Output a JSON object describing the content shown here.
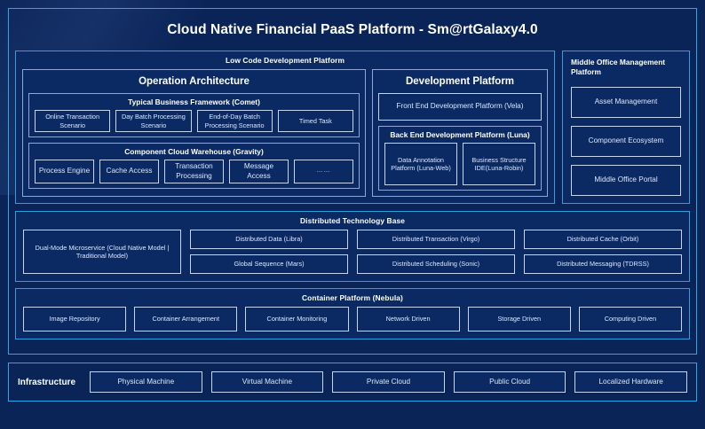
{
  "title": "Cloud Native Financial PaaS Platform - Sm@rtGalaxy4.0",
  "colors": {
    "background": "#0a2458",
    "panel": "#0b2a63",
    "accent_border": "#27a8e8",
    "sub_border": "#8fa6d8",
    "chip_border": "#c6d4ee",
    "chip_text": "#dce8ff",
    "title_text": "#ffffff"
  },
  "low_code": {
    "title": "Low Code Development Platform",
    "operation_architecture": {
      "title": "Operation Architecture",
      "groups": [
        {
          "title": "Typical Business Framework (Comet)",
          "items": [
            "Online Transaction Scenario",
            "Day Batch Processing Scenario",
            "End-of-Day Batch Processing Scenario",
            "Timed Task"
          ]
        },
        {
          "title": "Component Cloud Warehouse (Gravity)",
          "items": [
            "Process Engine",
            "Cache Access",
            "Transaction Processing",
            "Message Access",
            "……"
          ]
        }
      ]
    },
    "development_platform": {
      "title": "Development Platform",
      "front_end": "Front End Development Platform (Vela)",
      "back_end": {
        "title": "Back End Development Platform (Luna)",
        "items": [
          "Data Annotation Platform (Luna-Web)",
          "Business Structure IDE(Luna-Robin)"
        ]
      }
    }
  },
  "middle_office": {
    "title": "Middle Office Management Platform",
    "items": [
      "Asset Management",
      "Component Ecosystem",
      "Middle Office Portal"
    ]
  },
  "distributed_technology_base": {
    "title": "Distributed Technology Base",
    "highlight": "Dual-Mode Microservice (Cloud Native Model | Traditional Model)",
    "columns": [
      [
        "Distributed Data (Libra)",
        "Global Sequence (Mars)"
      ],
      [
        "Distributed Transaction (Virgo)",
        "Distributed Scheduling (Sonic)"
      ],
      [
        "Distributed Cache (Orbit)",
        "Distributed Messaging (TDRSS)"
      ]
    ]
  },
  "container_platform": {
    "title": "Container Platform (Nebula)",
    "items": [
      "Image Repository",
      "Container Arrangement",
      "Container Monitoring",
      "Network Driven",
      "Storage Driven",
      "Computing Driven"
    ]
  },
  "infrastructure": {
    "label": "Infrastructure",
    "items": [
      "Physical Machine",
      "Virtual Machine",
      "Private Cloud",
      "Public Cloud",
      "Localized Hardware"
    ]
  }
}
